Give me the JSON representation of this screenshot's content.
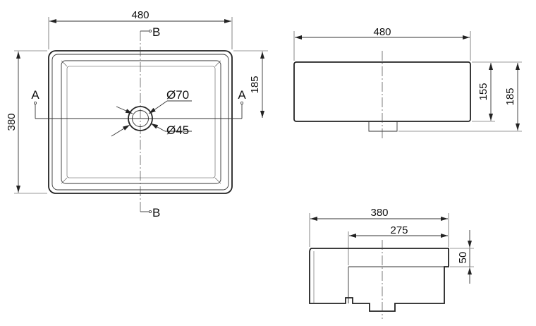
{
  "top_view": {
    "width_dim": "480",
    "height_dim": "380",
    "depth_dim": "185",
    "section_a_left": "A",
    "section_a_right": "A",
    "section_b_top": "B",
    "section_b_bottom": "B",
    "outer_diameter": "Ø70",
    "inner_diameter": "Ø45"
  },
  "front_view": {
    "width_dim": "480",
    "body_height_dim": "155",
    "total_height_dim": "185"
  },
  "section_view": {
    "width_dim": "380",
    "inner_dim": "275",
    "rim_dim": "50"
  }
}
